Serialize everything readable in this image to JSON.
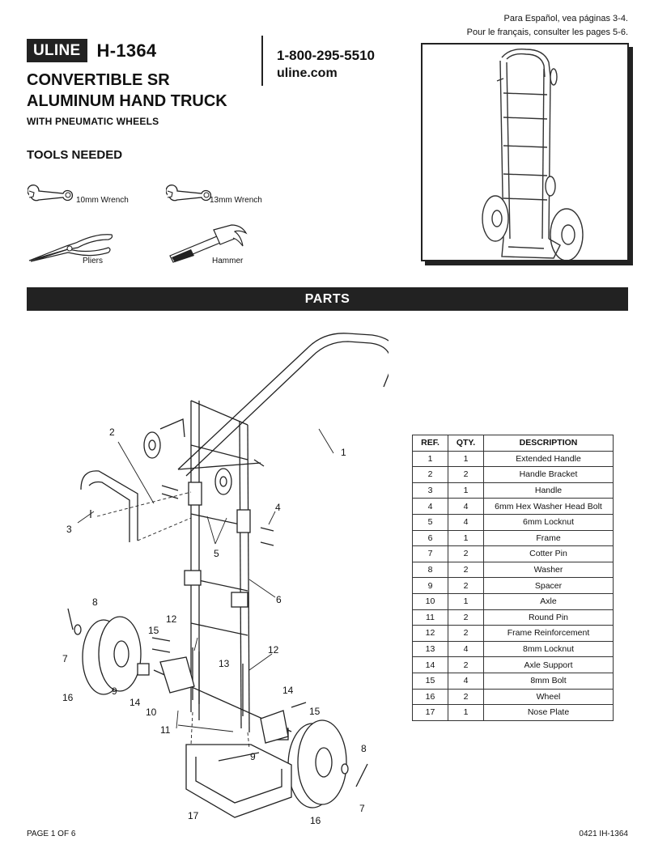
{
  "header": {
    "language_notes": [
      "Para Español, vea páginas 3-4.",
      "Pour le français, consulter les pages 5-6."
    ],
    "logo": "ULINE",
    "model": "H-1364",
    "title_line1": "CONVERTIBLE SR",
    "title_line2": "ALUMINUM HAND TRUCK",
    "subtitle": "WITH PNEUMATIC WHEELS",
    "phone": "1-800-295-5510",
    "website": "uline.com"
  },
  "tools": {
    "heading": "TOOLS NEEDED",
    "items": [
      {
        "label": "10mm Wrench",
        "icon": "wrench-icon"
      },
      {
        "label": "13mm Wrench",
        "icon": "wrench-icon"
      },
      {
        "label": "Pliers",
        "icon": "pliers-icon"
      },
      {
        "label": "Hammer",
        "icon": "hammer-icon"
      }
    ]
  },
  "parts": {
    "heading": "PARTS",
    "table": {
      "headers": [
        "REF.",
        "QTY.",
        "DESCRIPTION"
      ],
      "rows": [
        [
          "1",
          "1",
          "Extended Handle"
        ],
        [
          "2",
          "2",
          "Handle Bracket"
        ],
        [
          "3",
          "1",
          "Handle"
        ],
        [
          "4",
          "4",
          "6mm Hex Washer Head Bolt"
        ],
        [
          "5",
          "4",
          "6mm Locknut"
        ],
        [
          "6",
          "1",
          "Frame"
        ],
        [
          "7",
          "2",
          "Cotter Pin"
        ],
        [
          "8",
          "2",
          "Washer"
        ],
        [
          "9",
          "2",
          "Spacer"
        ],
        [
          "10",
          "1",
          "Axle"
        ],
        [
          "11",
          "2",
          "Round Pin"
        ],
        [
          "12",
          "2",
          "Frame Reinforcement"
        ],
        [
          "13",
          "4",
          "8mm Locknut"
        ],
        [
          "14",
          "2",
          "Axle Support"
        ],
        [
          "15",
          "4",
          "8mm Bolt"
        ],
        [
          "16",
          "2",
          "Wheel"
        ],
        [
          "17",
          "1",
          "Nose Plate"
        ]
      ]
    },
    "callouts": [
      "2",
      "1",
      "4",
      "3",
      "5",
      "6",
      "8",
      "15",
      "12",
      "7",
      "12",
      "13",
      "9",
      "14",
      "16",
      "10",
      "14",
      "15",
      "11",
      "9",
      "8",
      "7",
      "17",
      "16"
    ]
  },
  "footer": {
    "page": "PAGE 1 OF 6",
    "code": "0421 IH-1364"
  }
}
